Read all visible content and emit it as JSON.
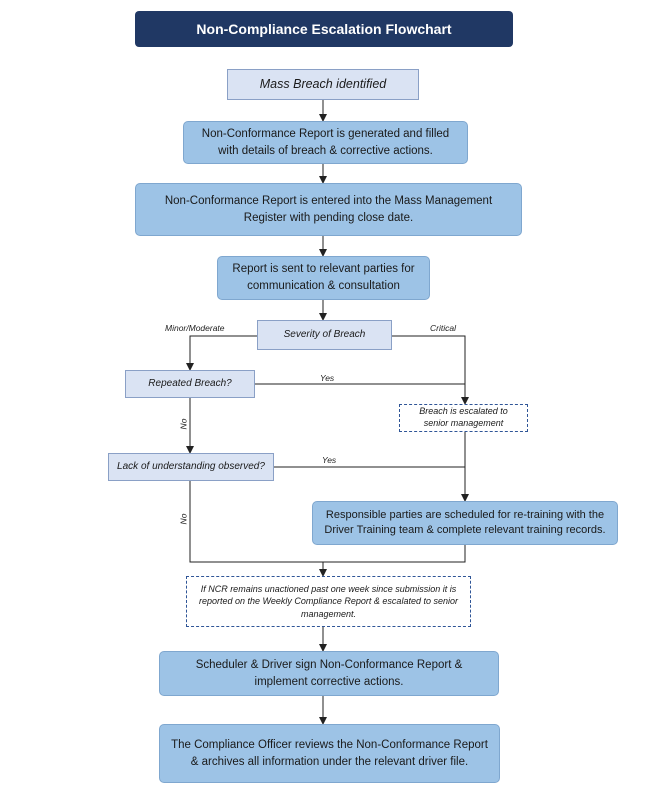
{
  "title": "Non-Compliance Escalation Flowchart",
  "nodes": {
    "mass_breach": "Mass Breach identified",
    "ncr_generated": "Non-Conformance Report is generated and filled with details of breach & corrective actions.",
    "ncr_entered": "Non-Conformance Report is entered into the Mass Management Register with pending close date.",
    "report_sent": "Report is sent to relevant parties for communication & consultation",
    "severity": "Severity of Breach",
    "repeated": "Repeated Breach?",
    "escalated": "Breach is escalated to senior management",
    "lack_understanding": "Lack of understanding observed?",
    "retraining": "Responsible parties are scheduled for re-training with the Driver Training team & complete relevant training records.",
    "ncr_unactioned": "If NCR remains unactioned past one week since submission it is reported on the Weekly Compliance Report & escalated to senior management.",
    "sign": "Scheduler & Driver sign Non-Conformance Report & implement corrective actions.",
    "archive": "The Compliance Officer reviews the Non-Conformance Report & archives all information under the relevant driver file."
  },
  "labels": {
    "minor": "Minor/Moderate",
    "critical": "Critical",
    "yes1": "Yes",
    "no1": "No",
    "yes2": "Yes",
    "no2": "No"
  }
}
